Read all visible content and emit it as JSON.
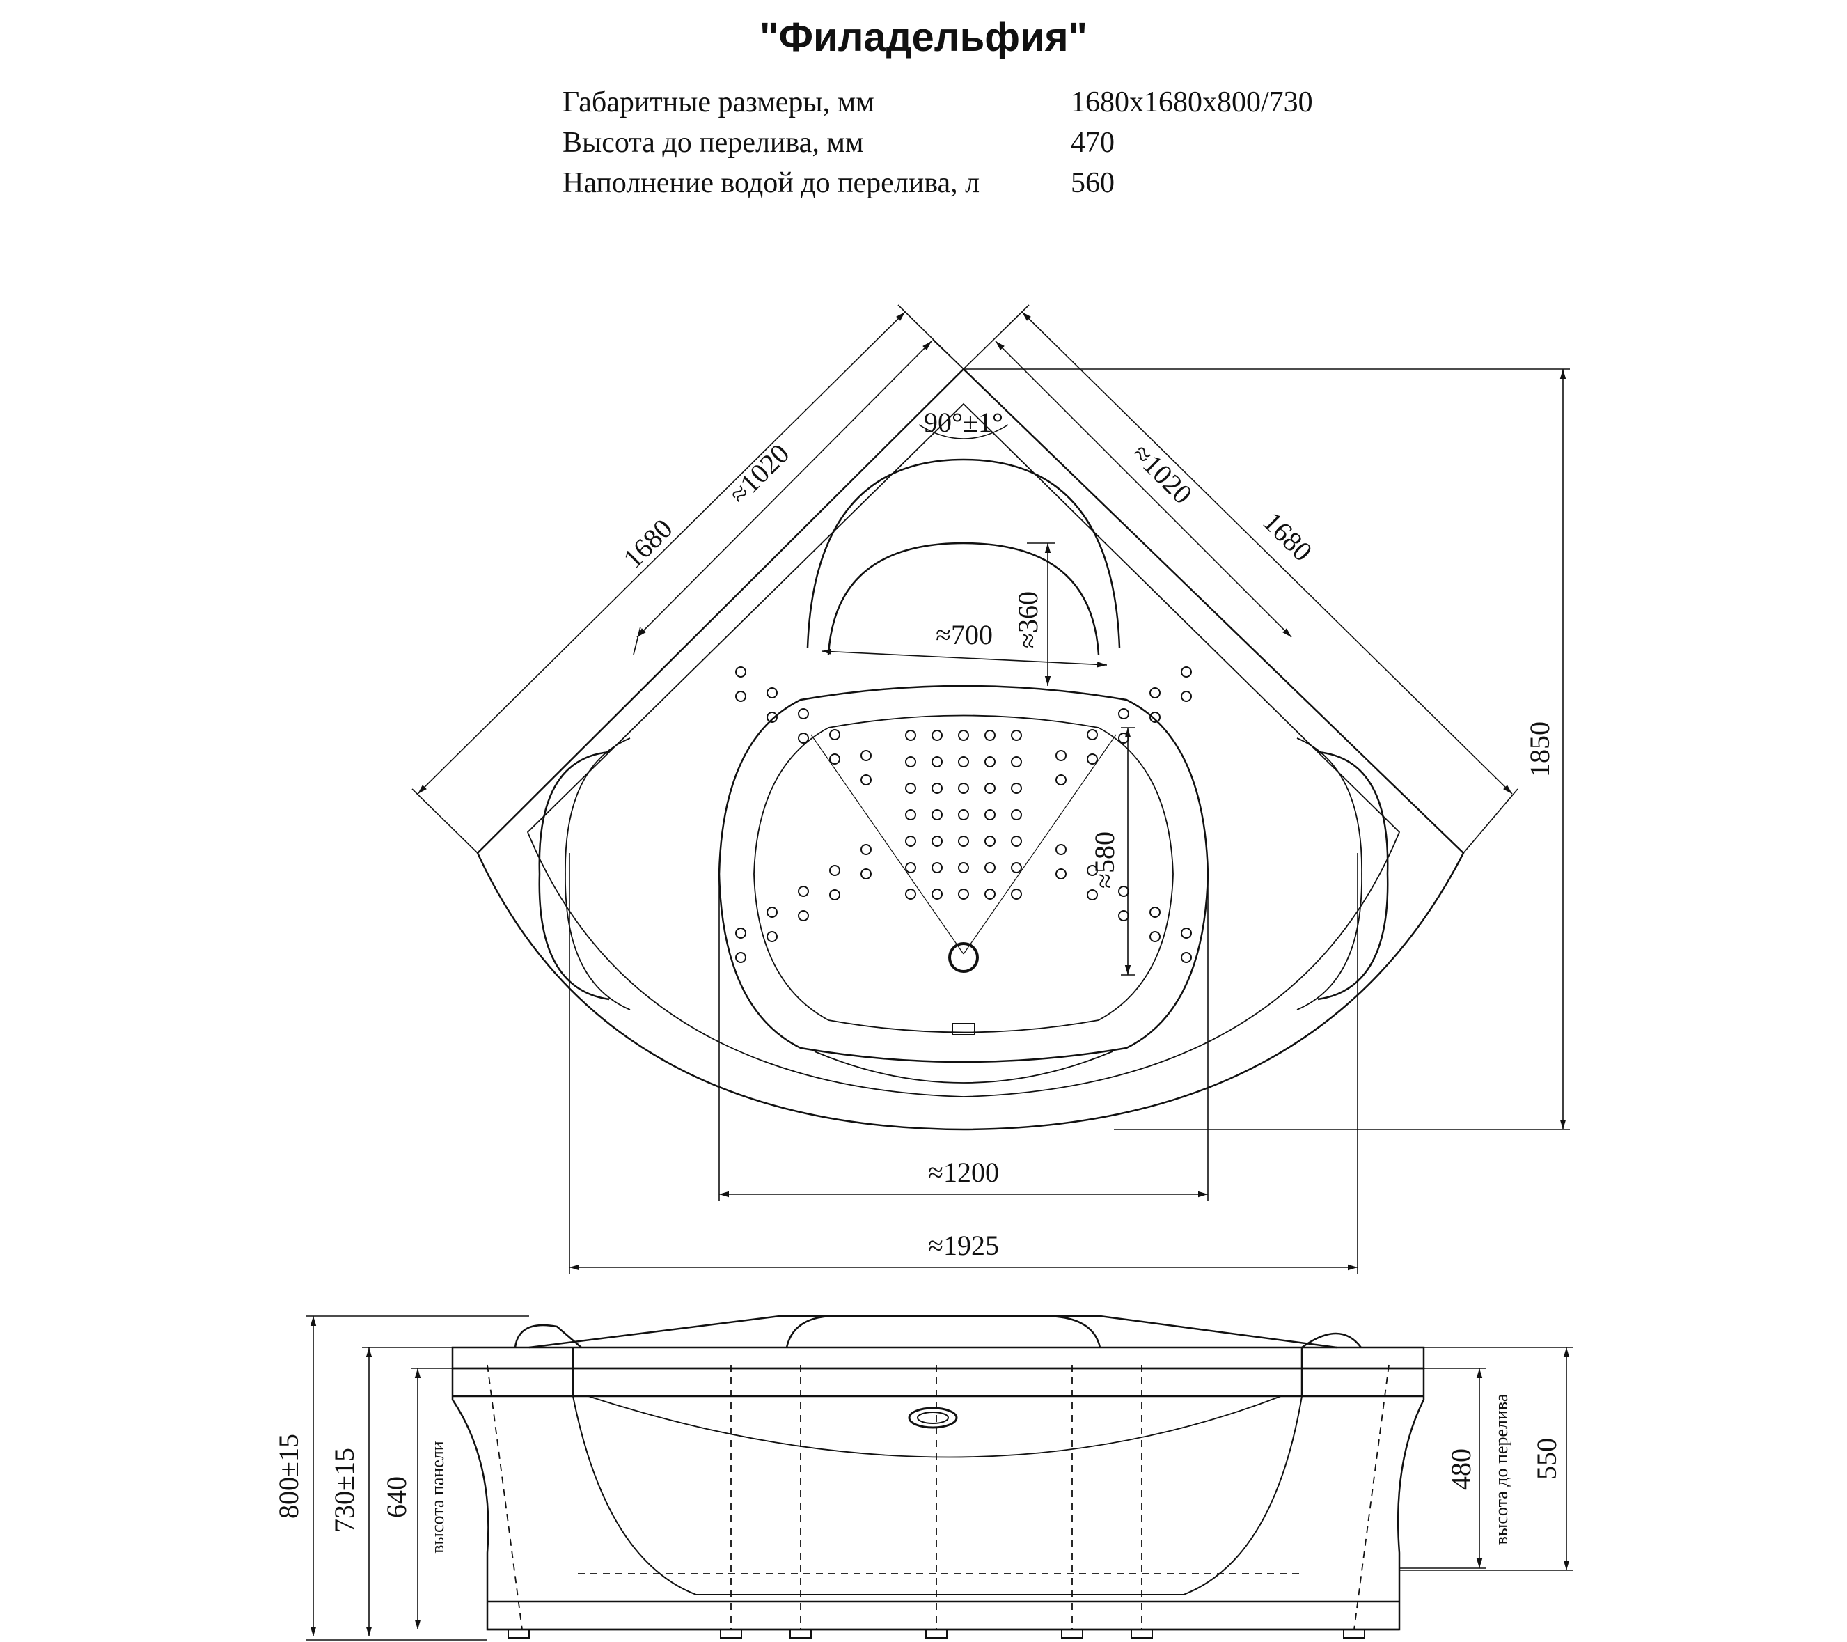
{
  "title": "\"Филадельфия\"",
  "specs": [
    {
      "label": "Габаритные размеры, мм",
      "value": "1680x1680x800/730"
    },
    {
      "label": "Высота до перелива, мм",
      "value": "470"
    },
    {
      "label": "Наполнение водой до перелива, л",
      "value": "560"
    }
  ],
  "plan_view": {
    "angle": "90°±1°",
    "side_left": "1680",
    "side_right": "1680",
    "inner_left": "≈1020",
    "inner_right": "≈1020",
    "seat_width": "≈700",
    "seat_depth": "≈360",
    "bowl_length": "≈580",
    "depth_total": "1850",
    "inner_width": "≈1200",
    "outer_width": "≈1925"
  },
  "side_view": {
    "height_max": "800±15",
    "height_rim": "730±15",
    "panel_height": "640",
    "panel_label": "высота панели",
    "overflow_height": "480",
    "overflow_label": "высота до перелива",
    "inner_height": "550"
  }
}
